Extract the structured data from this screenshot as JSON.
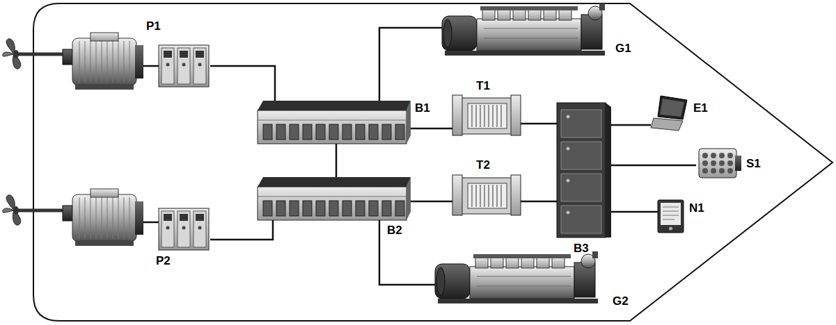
{
  "diagram": {
    "nodes": [
      {
        "text": [
          "P1"
        ]
      },
      {
        "text": [
          "B1"
        ]
      },
      {
        "text": [
          "G1"
        ]
      },
      {
        "text": [
          "T1"
        ]
      },
      {
        "text": [
          "B3"
        ]
      },
      {
        "text": [
          "E1"
        ]
      },
      {
        "text": [
          "S1"
        ]
      },
      {
        "text": [
          "N1"
        ]
      },
      {
        "text": [
          "B2"
        ]
      },
      {
        "text": [
          "T2"
        ]
      },
      {
        "text": [
          "P2"
        ]
      },
      {
        "text": [
          "G2"
        ]
      }
    ],
    "edges": [
      {
        "from": 0,
        "to": 1,
        "arrow": "none"
      },
      {
        "from": 1,
        "to": 2,
        "arrow": "none"
      },
      {
        "from": 1,
        "to": 3,
        "arrow": "none"
      },
      {
        "from": 1,
        "to": 8,
        "arrow": "none"
      },
      {
        "from": 3,
        "to": 4,
        "arrow": "none"
      },
      {
        "from": 9,
        "to": 4,
        "arrow": "none"
      },
      {
        "from": 4,
        "to": 5,
        "arrow": "none"
      },
      {
        "from": 4,
        "to": 6,
        "arrow": "none"
      },
      {
        "from": 4,
        "to": 7,
        "arrow": "none"
      },
      {
        "from": 8,
        "to": 9,
        "arrow": "none"
      },
      {
        "from": 10,
        "to": 8,
        "arrow": "none"
      },
      {
        "from": 8,
        "to": 11,
        "arrow": "none"
      }
    ]
  }
}
